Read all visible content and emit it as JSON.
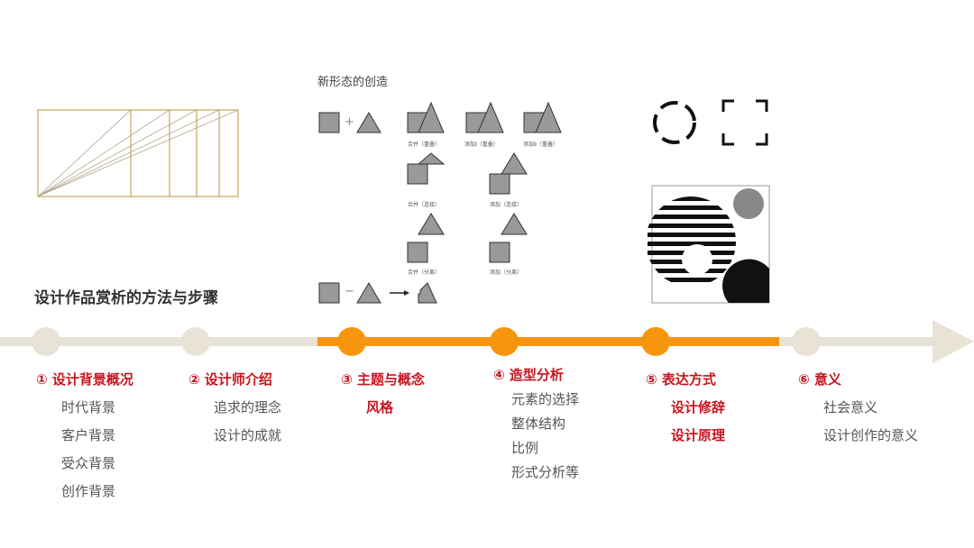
{
  "title": "设计作品赏析的方法与步骤",
  "figure": {
    "title": "新形态的创造",
    "plus": "+",
    "minus": "−",
    "captions": [
      "合并（重叠）",
      "添加Ⅰ（重叠）",
      "添加Ⅱ（重叠）",
      "合并（连接）",
      "添加（连接）",
      "合并（分离）",
      "添加（分离）"
    ]
  },
  "timeline": {
    "colors": {
      "inactive": "#e8e3d6",
      "active": "#f7950f",
      "heading": "#c8141e"
    },
    "steps": [
      {
        "heading": "① 设计背景概况",
        "items": [
          "时代背景",
          "客户背景",
          "受众背景",
          "创作背景"
        ]
      },
      {
        "heading": "② 设计师介绍",
        "items": [
          "追求的理念",
          "设计的成就"
        ]
      },
      {
        "heading": "③ 主题与概念",
        "items": [
          "风格"
        ]
      },
      {
        "heading": "④ 造型分析",
        "items": [
          "元素的选择",
          "整体结构",
          "比例",
          "形式分析等"
        ]
      },
      {
        "heading": "⑤ 表达方式",
        "items": [
          "设计修辞",
          "设计原理"
        ]
      },
      {
        "heading": "⑥ 意义",
        "items": [
          "社会意义",
          "设计创作的意义"
        ]
      }
    ]
  }
}
